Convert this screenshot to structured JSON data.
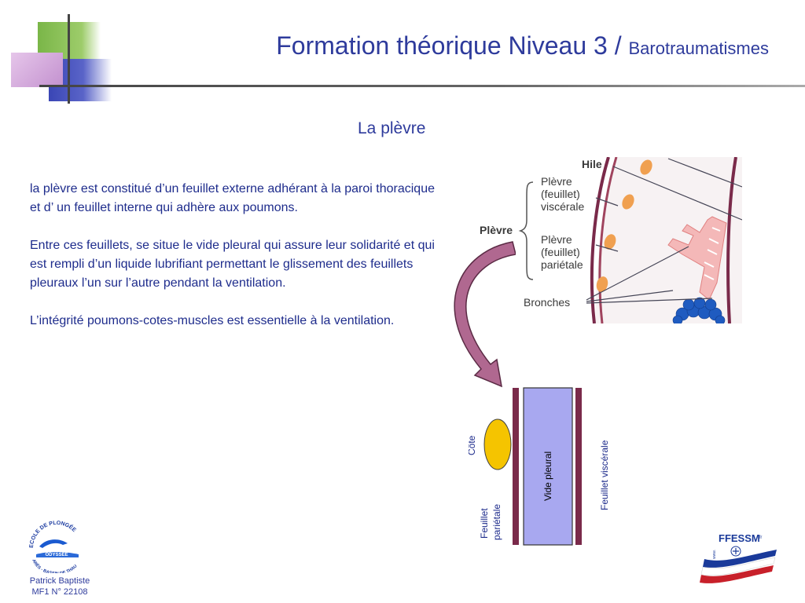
{
  "header": {
    "title_main": "Formation théorique Niveau 3 / ",
    "title_sub": "Barotraumatismes"
  },
  "section_title": "La plèvre",
  "paragraphs": [
    "la plèvre est  constitué d’un feuillet externe adhérant à la paroi thoracique et d’ un feuillet interne qui adhère aux poumons.",
    "Entre ces feuillets, se situe le vide pleural qui assure leur solidarité et qui est rempli d’un liquide lubrifiant permettant le glissement des feuillets pleuraux l’un sur l’autre pendant la ventilation.",
    "L’intégrité poumons-cotes-muscles est essentielle à la ventilation."
  ],
  "illustration": {
    "hile": "Hile",
    "plevre": "Plèvre",
    "visc_line1": "Plèvre",
    "visc_line2": "(feuillet)",
    "visc_line3": "viscérale",
    "par_line1": "Plèvre",
    "par_line2": "(feuillet)",
    "par_line3": "pariétale",
    "bronches": "Bronches"
  },
  "schematic": {
    "cote": "Côte",
    "vide_pleural": "Vide pleural",
    "feuillet_visceral": "Feuillet  viscérale",
    "feuillet_parietal_line1": "Feuillet",
    "feuillet_parietal_line2": "pariétale"
  },
  "logos": {
    "left_top": "ECOLE DE PLONGÉE",
    "left_mid": "ODYSSÉE",
    "left_bottom": "ARÈS - BASSIN DE THAU",
    "right_text": "FFESSM",
    "right_small": ".fr",
    "right_www": "www."
  },
  "author": {
    "name": "Patrick Baptiste",
    "id": "MF1 N° 22108"
  },
  "colors": {
    "title_blue": "#2e3b9c",
    "text_blue": "#1e2c8c",
    "membrane": "#7a2a4a",
    "vide": "#a8a8f0",
    "cote": "#f5c400",
    "arrow": "#b06890"
  }
}
